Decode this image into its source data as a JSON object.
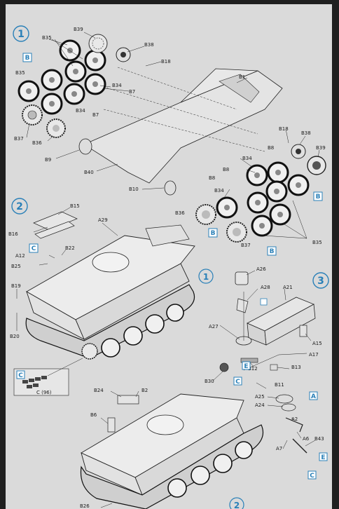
{
  "steps": {
    "s1": "1",
    "s2": "2",
    "s3": "3",
    "s2b": "2"
  },
  "part_sets": {
    "A": "A",
    "B": "B",
    "C": "C",
    "E": "E"
  },
  "note": {
    "c96": "C (96)"
  },
  "labels": {
    "B39": "B39",
    "B35": "B35",
    "B38": "B38",
    "B18": "B18",
    "B1": "B1",
    "B7": "B7",
    "B34": "B34",
    "B37": "B37",
    "B36": "B36",
    "B9": "B9",
    "B40": "B40",
    "B10": "B10",
    "B8": "B8",
    "B15": "B15",
    "B16": "B16",
    "A29": "A29",
    "A12": "A12",
    "B22": "B22",
    "B25": "B25",
    "B19": "B19",
    "B20": "B20",
    "A26": "A26",
    "A28": "A28",
    "A21": "A21",
    "A27": "A27",
    "A15": "A15",
    "A17": "A17",
    "B12": "B12",
    "B13": "B13",
    "B30": "B30",
    "B11": "B11",
    "A25": "A25",
    "A24": "A24",
    "A2": "A2",
    "A6": "A6",
    "A7": "A7",
    "B43": "B43",
    "B24": "B24",
    "B2": "B2",
    "B6": "B6",
    "B26": "B26"
  }
}
